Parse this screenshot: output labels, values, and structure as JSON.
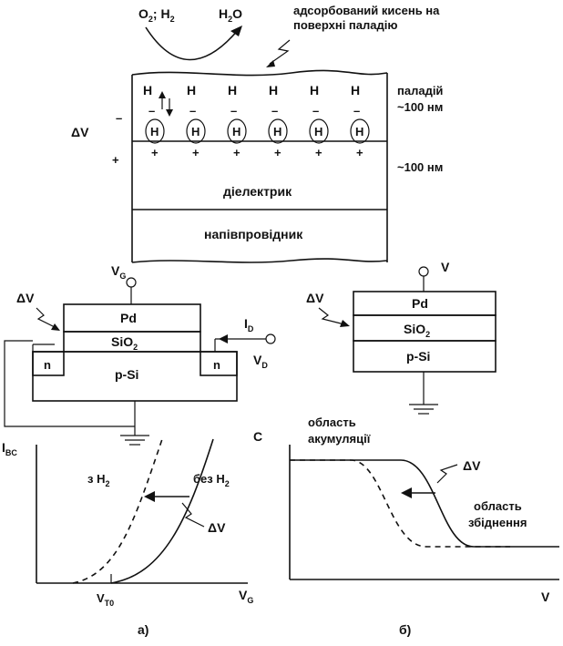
{
  "top": {
    "o2_h2_label": "O",
    "o2_sub": "2",
    "o2_sep": "; H",
    "h2_sub": "2",
    "h2o_label_a": "H",
    "h2o_sub": "2",
    "h2o_label_b": "O",
    "adsorbed_line1": "адсорбований кисень на",
    "adsorbed_line2": "поверхні паладію",
    "palladium_label": "паладій",
    "palladium_thickness": "~100 нм",
    "dielectric_thickness": "~100 нм",
    "dielectric_label": "діелектрик",
    "semiconductor_label": "напівпровідник",
    "delta_v": "ΔV",
    "h_atom": "H",
    "minus": "–",
    "plus": "+"
  },
  "mosfet": {
    "vg_label": "V",
    "vg_sub": "G",
    "delta_v": "ΔV",
    "pd_label": "Pd",
    "sio2_label": "SiO",
    "sio2_sub": "2",
    "psi_label": "p-Si",
    "n_left": "n",
    "n_right": "n",
    "id_label": "I",
    "id_sub": "D",
    "vd_label": "V",
    "vd_sub": "D"
  },
  "capacitor": {
    "v_label": "V",
    "delta_v": "ΔV",
    "pd_label": "Pd",
    "sio2_label": "SiO",
    "sio2_sub": "2",
    "psi_label": "p-Si"
  },
  "plot_a": {
    "y_label": "I",
    "y_sub": "BC",
    "x_label": "V",
    "x_sub": "G",
    "vt0_label": "V",
    "vt0_sub": "T0",
    "with_h2": "з H",
    "with_h2_sub": "2",
    "without_h2": "без H",
    "without_h2_sub": "2",
    "delta_v": "ΔV",
    "panel": "а)"
  },
  "plot_b": {
    "y_label": "C",
    "x_label": "V",
    "accumulation_line1": "область",
    "accumulation_line2": "акумуляції",
    "depletion_line1": "область",
    "depletion_line2": "збіднення",
    "delta_v": "ΔV",
    "panel": "б)"
  }
}
